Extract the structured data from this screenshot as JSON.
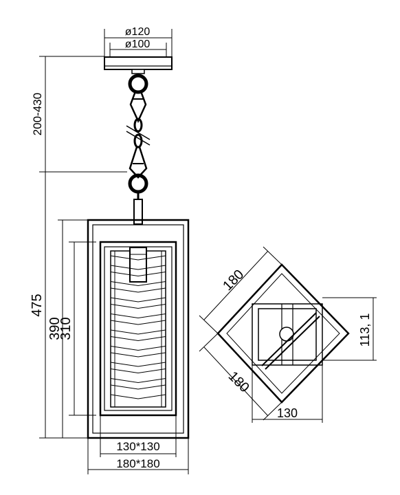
{
  "dimensions": {
    "canopy_outer": "ø120",
    "canopy_inner": "ø100",
    "chain_length": "200-430",
    "total_height": "475",
    "frame_height": "390",
    "glass_height": "310",
    "inner_width": "130*130",
    "outer_width": "180*180",
    "top_diag_side": "180",
    "bottom_diag_side": "180",
    "plan_width": "130",
    "plan_height": "113, 1"
  }
}
